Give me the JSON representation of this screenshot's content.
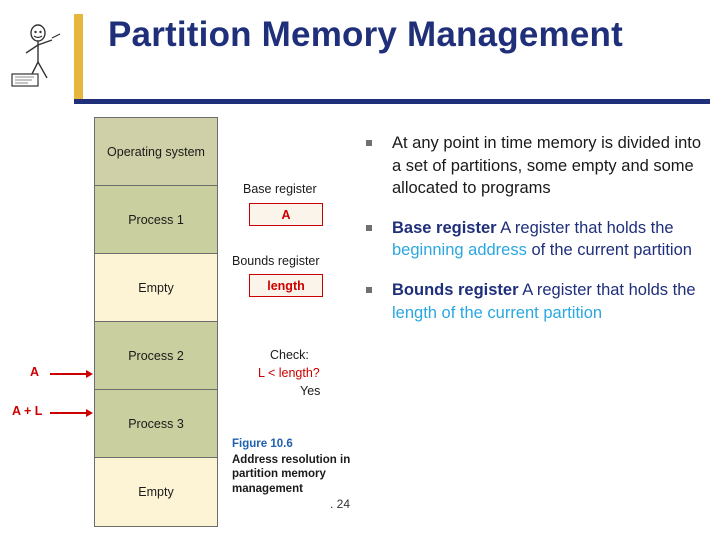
{
  "slide": {
    "title": "Partition Memory Management",
    "page_number": ". 24"
  },
  "memory_diagram": {
    "blocks": [
      {
        "label": "Operating system",
        "kind": "os"
      },
      {
        "label": "Process 1",
        "kind": "process"
      },
      {
        "label": "Empty",
        "kind": "empty"
      },
      {
        "label": "Process 2",
        "kind": "process"
      },
      {
        "label": "Process 3",
        "kind": "process"
      },
      {
        "label": "Empty",
        "kind": "empty"
      }
    ],
    "pointers": [
      {
        "label": "A"
      },
      {
        "label": "A + L"
      }
    ]
  },
  "register_diagram": {
    "base_register_label": "Base register",
    "base_register_value": "A",
    "bounds_register_label": "Bounds register",
    "bounds_register_value": "length",
    "check_label": "Check:",
    "check_condition": "L < length?",
    "check_answer": "Yes"
  },
  "figure_caption": {
    "number": "Figure 10.6",
    "line1": "Address resolution",
    "line2": "in partition memory",
    "line3": "management"
  },
  "bullets": [
    {
      "text": "At any point in time memory is divided into a set of partitions, some empty and some allocated to programs",
      "color": "#1a1a1a"
    },
    {
      "term": "Base register",
      "rest_pre": "  A register that holds the ",
      "highlight": "beginning address",
      "rest_post": " of the current partition",
      "color": "#1f2f7a",
      "highlight_color": "#2aa7e0"
    },
    {
      "term": "Bounds register",
      "rest_pre": "  A register that holds the ",
      "highlight": "length of the current partition",
      "rest_post": "",
      "color": "#1f2f7a",
      "highlight_color": "#2aa7e0"
    }
  ],
  "colors": {
    "title": "#1f2f7a",
    "accent_bar": "#e7b73b",
    "rule": "#1f2f7a",
    "register_red": "#cc0000",
    "os_block": "#cfcfa8",
    "process_block": "#c9cf9e",
    "empty_block": "#fdf4d6"
  }
}
